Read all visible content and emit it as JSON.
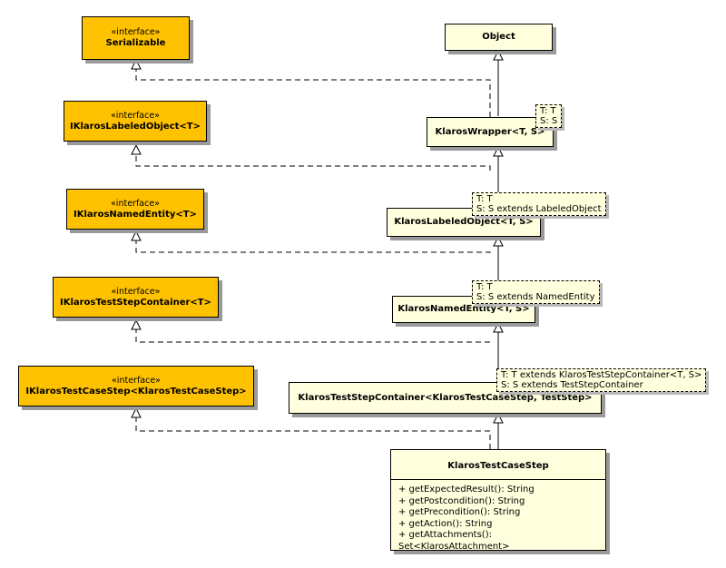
{
  "interfaces": [
    {
      "stereotype": "«interface»",
      "name": "Serializable"
    },
    {
      "stereotype": "«interface»",
      "name": "IKlarosLabeledObject<T>"
    },
    {
      "stereotype": "«interface»",
      "name": "IKlarosNamedEntity<T>"
    },
    {
      "stereotype": "«interface»",
      "name": "IKlarosTestStepContainer<T>"
    },
    {
      "stereotype": "«interface»",
      "name": "IKlarosTestCaseStep<KlarosTestCaseStep>"
    }
  ],
  "classes": [
    {
      "name": "Object"
    },
    {
      "name": "KlarosWrapper<T, S>",
      "type_params": [
        "T: T",
        "S: S"
      ]
    },
    {
      "name": "KlarosLabeledObject<T, S>",
      "type_params": [
        "T: T",
        "S: S extends LabeledObject"
      ]
    },
    {
      "name": "KlarosNamedEntity<T, S>",
      "type_params": [
        "T: T",
        "S: S extends NamedEntity"
      ]
    },
    {
      "name": "KlarosTestStepContainer<KlarosTestCaseStep, TestStep>",
      "type_params": [
        "T: T extends KlarosTestStepContainer<T, S>",
        "S: S extends TestStepContainer"
      ]
    }
  ],
  "main_class": {
    "name": "KlarosTestCaseStep",
    "methods": [
      "+ getExpectedResult(): String",
      "+ getPostcondition(): String",
      "+ getPrecondition(): String",
      "+ getAction(): String",
      "+ getAttachments(): Set<KlarosAttachment>"
    ]
  },
  "colors": {
    "interface_fill": "#ffc200",
    "class_fill": "#ffffdd",
    "shadow": "#9a9a9a",
    "line": "#000000"
  }
}
